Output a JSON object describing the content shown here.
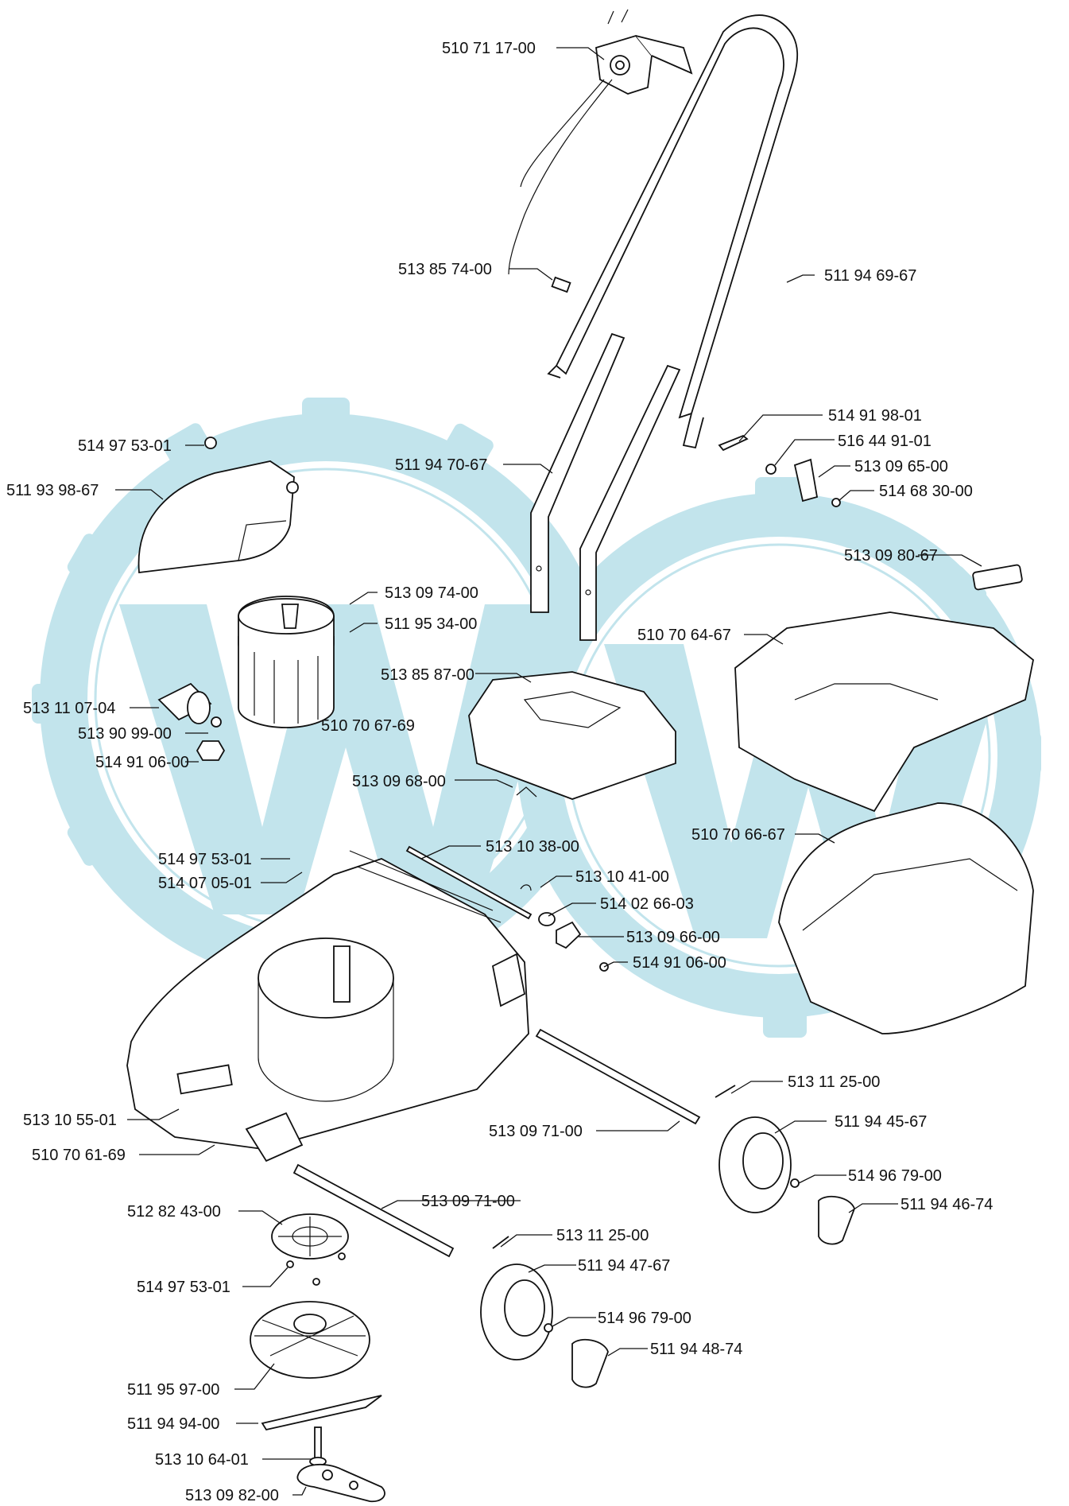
{
  "parts": [
    {
      "id": "p01",
      "label": "510 71 17-00"
    },
    {
      "id": "p02",
      "label": "513 85 74-00"
    },
    {
      "id": "p03",
      "label": "511 94 69-67"
    },
    {
      "id": "p04",
      "label": "514 91 98-01"
    },
    {
      "id": "p05",
      "label": "516 44 91-01"
    },
    {
      "id": "p06",
      "label": "513 09 65-00"
    },
    {
      "id": "p07",
      "label": "514 68 30-00"
    },
    {
      "id": "p08",
      "label": "514 97 53-01"
    },
    {
      "id": "p09",
      "label": "511 93 98-67"
    },
    {
      "id": "p10",
      "label": "511 94 70-67"
    },
    {
      "id": "p11",
      "label": "513 09 80-67"
    },
    {
      "id": "p12",
      "label": "513 09 74-00"
    },
    {
      "id": "p13",
      "label": "511 95 34-00"
    },
    {
      "id": "p14",
      "label": "510 70 64-67"
    },
    {
      "id": "p15",
      "label": "513 11 07-04"
    },
    {
      "id": "p16",
      "label": "513 85 87-00"
    },
    {
      "id": "p17",
      "label": "510 70 67-69"
    },
    {
      "id": "p18",
      "label": "513 90 99-00"
    },
    {
      "id": "p19",
      "label": "514 91 06-00"
    },
    {
      "id": "p20",
      "label": "513 09 68-00"
    },
    {
      "id": "p21",
      "label": "510 70 66-67"
    },
    {
      "id": "p22",
      "label": "513 10 38-00"
    },
    {
      "id": "p23",
      "label": "514 97 53-01"
    },
    {
      "id": "p24",
      "label": "514 07 05-01"
    },
    {
      "id": "p25",
      "label": "513 10 41-00"
    },
    {
      "id": "p26",
      "label": "514 02 66-03"
    },
    {
      "id": "p27",
      "label": "513 09 66-00"
    },
    {
      "id": "p28",
      "label": "514 91 06-00"
    },
    {
      "id": "p29",
      "label": "513 11 25-00"
    },
    {
      "id": "p30",
      "label": "513 10 55-01"
    },
    {
      "id": "p31",
      "label": "511 94 45-67"
    },
    {
      "id": "p32",
      "label": "513 09 71-00"
    },
    {
      "id": "p33",
      "label": "510 70 61-69"
    },
    {
      "id": "p34",
      "label": "514 96 79-00"
    },
    {
      "id": "p35",
      "label": "511 94 46-74"
    },
    {
      "id": "p36",
      "label": "513 09 71-00"
    },
    {
      "id": "p37",
      "label": "512 82 43-00"
    },
    {
      "id": "p38",
      "label": "513 11 25-00"
    },
    {
      "id": "p39",
      "label": "511 94 47-67"
    },
    {
      "id": "p40",
      "label": "514 97 53-01"
    },
    {
      "id": "p41",
      "label": "514 96 79-00"
    },
    {
      "id": "p42",
      "label": "511 94 48-74"
    },
    {
      "id": "p43",
      "label": "511 95 97-00"
    },
    {
      "id": "p44",
      "label": "511 94 94-00"
    },
    {
      "id": "p45",
      "label": "513 10 64-01"
    },
    {
      "id": "p46",
      "label": "513 09 82-00"
    }
  ],
  "colors": {
    "watermark": "#bfe3ec",
    "line": "#111111"
  }
}
